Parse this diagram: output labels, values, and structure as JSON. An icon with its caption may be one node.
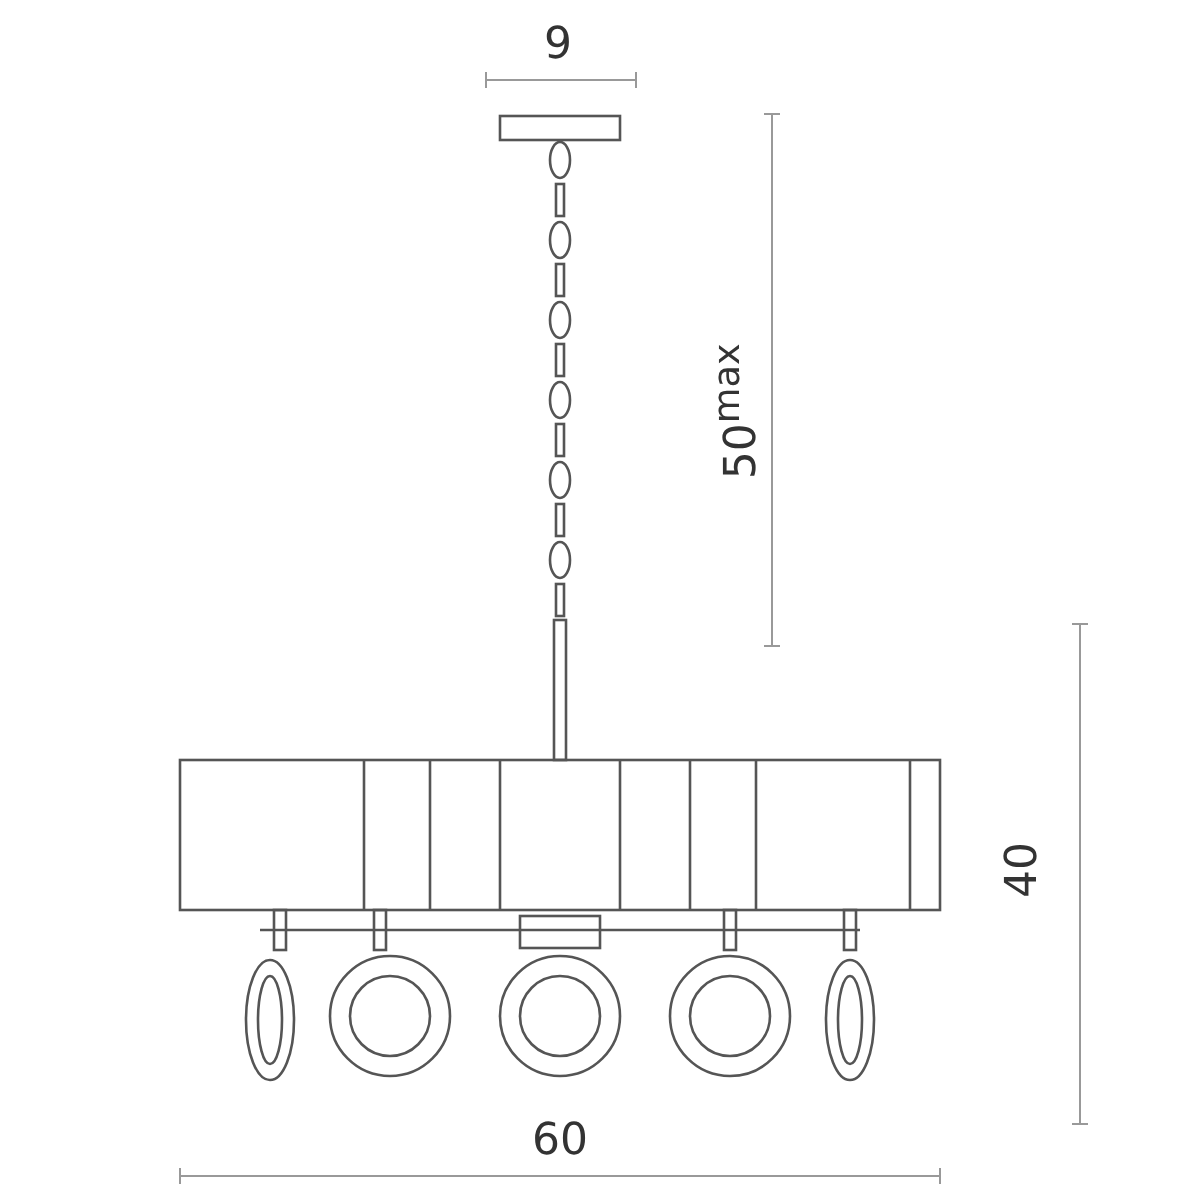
{
  "diagram": {
    "labels": [
      "9",
      "50$^{max}$",
      "40",
      "60"
    ]
  }
}
